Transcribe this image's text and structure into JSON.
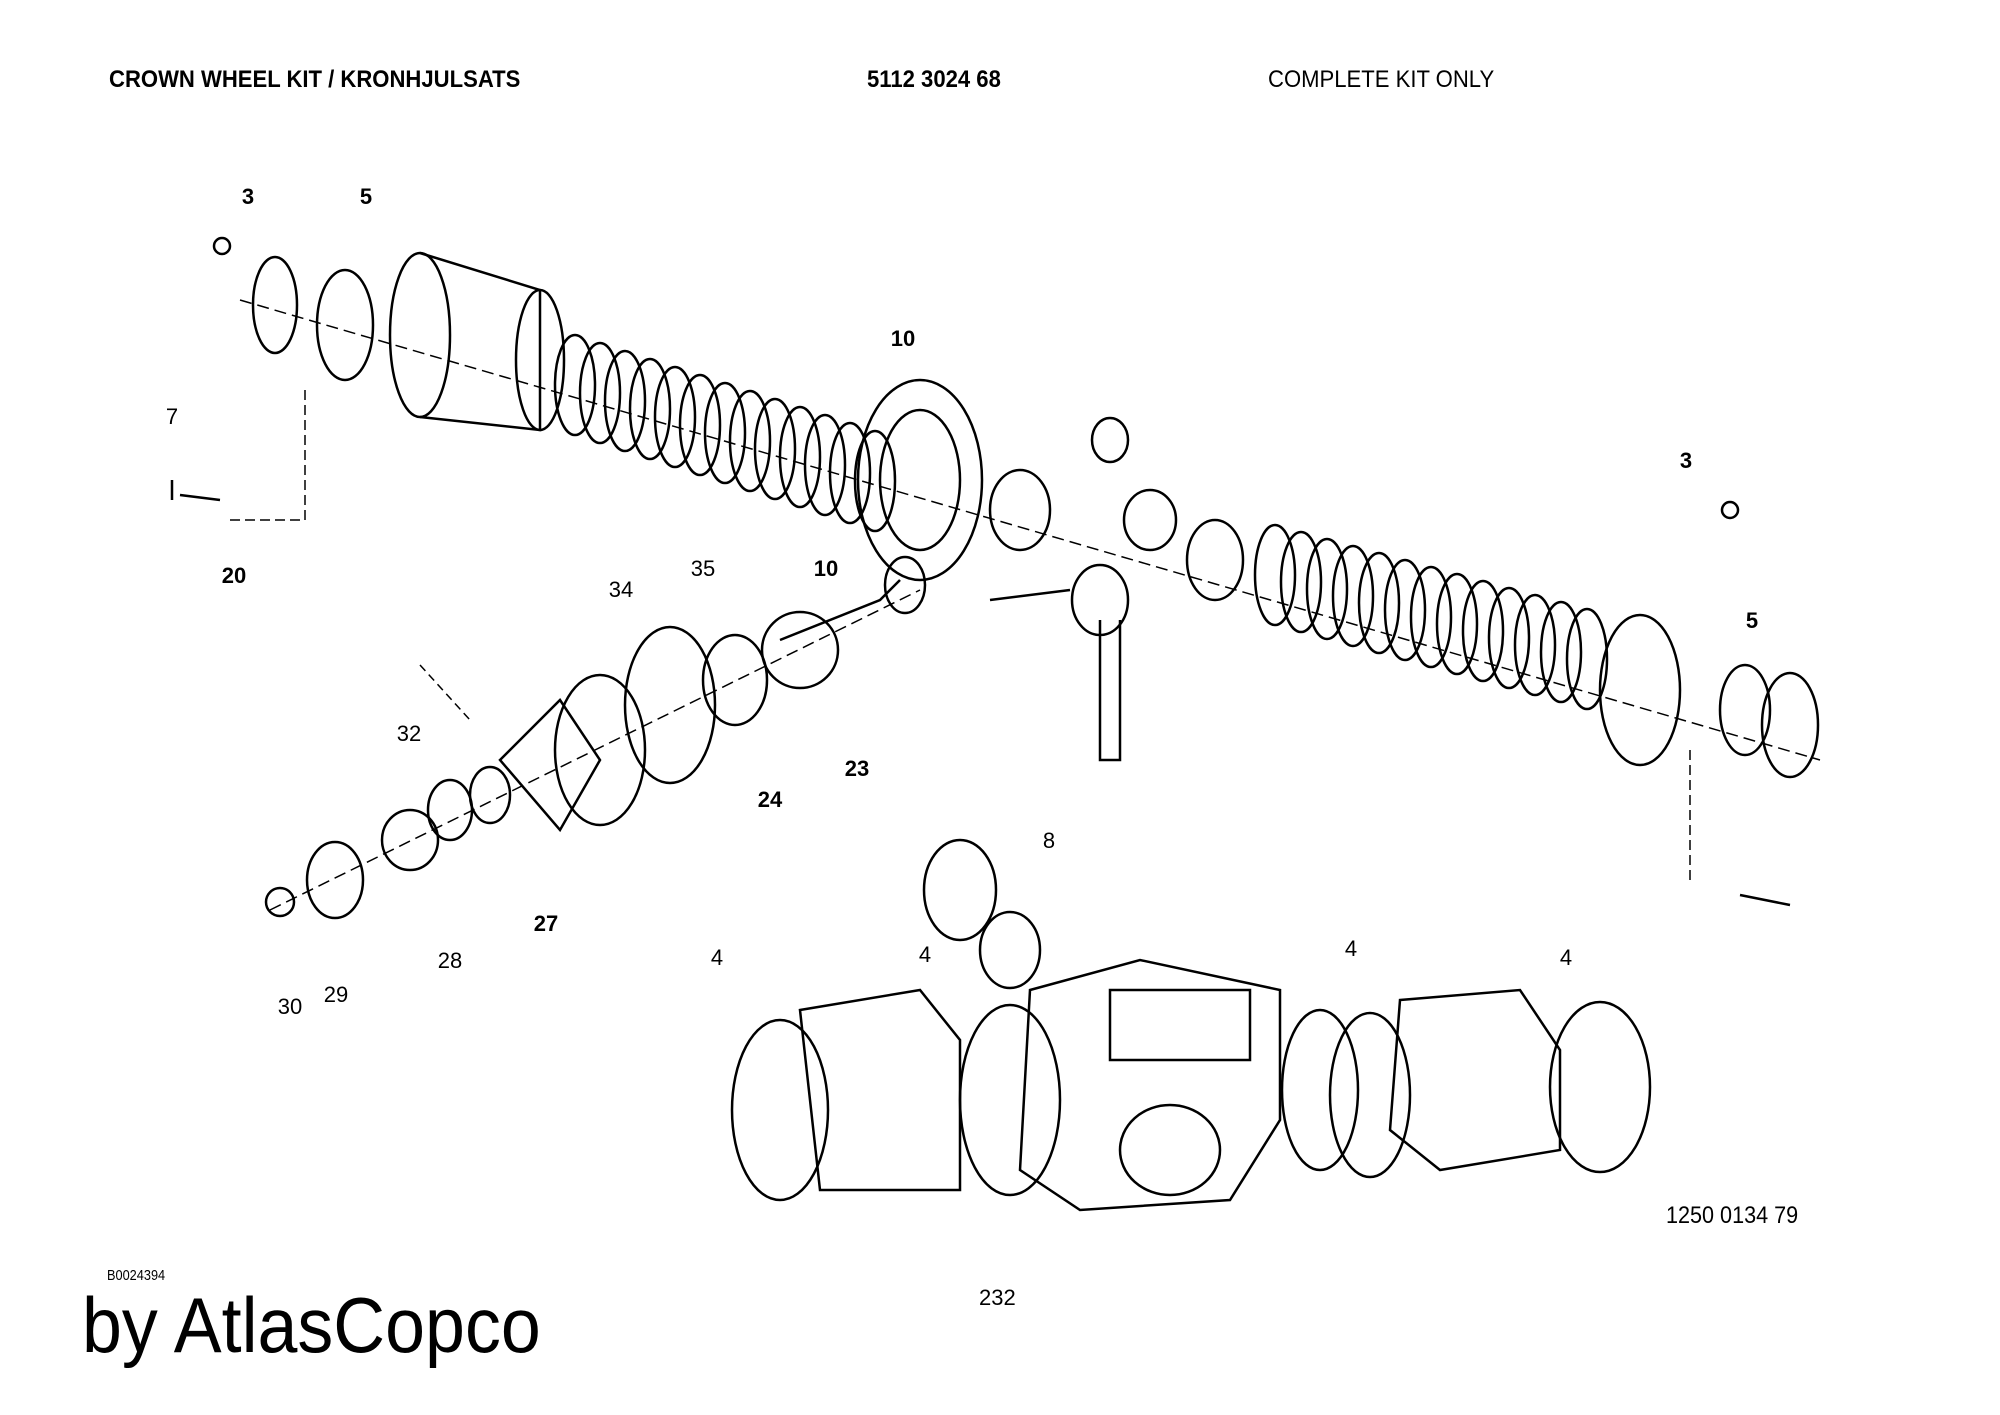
{
  "header": {
    "title": "CROWN WHEEL KIT / KRONHJULSATS",
    "part_number": "5112 3024 68",
    "note": "COMPLETE KIT ONLY"
  },
  "callouts": [
    "3",
    "5",
    "10",
    "7",
    "20",
    "34",
    "35",
    "10",
    "3",
    "5",
    "32",
    "24",
    "23",
    "27",
    "28",
    "29",
    "30",
    "8",
    "4",
    "4",
    "4",
    "4"
  ],
  "drawing_number": "1250 0134 79",
  "doc_code": "B0024394",
  "page_number": "232",
  "brand": "by AtlasCopco"
}
